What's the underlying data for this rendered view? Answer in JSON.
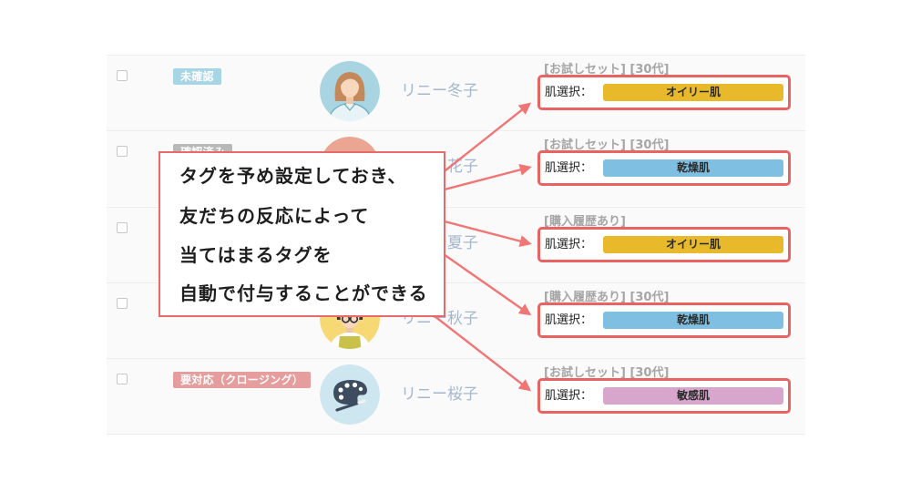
{
  "rows": [
    {
      "checked": false,
      "status_tag": "未確認",
      "status_color": "#a6d5e5",
      "avatar_icon": "woman-avatar-icon",
      "avatar_bg": "#a9d4e2",
      "name": "リニー冬子",
      "category_text": "[お試しセット] [30代]",
      "field_label": "肌選択：",
      "skin_tag": "オイリー肌",
      "skin_color": "#e9b92c"
    },
    {
      "checked": false,
      "status_tag": "確認済み",
      "status_color": "#b8b8b8",
      "avatar_icon": "person-avatar-icon",
      "avatar_bg": "#eba593",
      "name": "リニー花子",
      "category_text": "[お試しセット] [30代]",
      "field_label": "肌選択：",
      "skin_tag": "乾燥肌",
      "skin_color": "#7fc0e2"
    },
    {
      "checked": false,
      "name": "リニー夏子",
      "category_text": "[購入履歴あり]",
      "field_label": "肌選択：",
      "skin_tag": "オイリー肌",
      "skin_color": "#e9b92c"
    },
    {
      "checked": false,
      "avatar_icon": "glasses-person-avatar-icon",
      "avatar_bg": "#f6d874",
      "name": "リニー秋子",
      "category_text": "[購入履歴あり] [30代]",
      "field_label": "肌選択：",
      "skin_tag": "乾燥肌",
      "skin_color": "#7fc0e2"
    },
    {
      "checked": false,
      "status_tag": "要対応（クロージング）",
      "status_color": "#e59d9d",
      "avatar_icon": "paint-palette-icon",
      "avatar_bg": "#cde6ef",
      "name": "リニー桜子",
      "category_text": "[お試しセット] [30代]",
      "field_label": "肌選択：",
      "skin_tag": "敏感肌",
      "skin_color": "#d8a5cc"
    }
  ],
  "callout": {
    "lines": [
      "タグを予め設定しておき、",
      "友だちの反応によって",
      "当てはまるタグを",
      "自動で付与することができる"
    ]
  },
  "colors": {
    "highlight": "#e96363",
    "arrow": "#f07676",
    "name_text": "#a5b7ce",
    "callout_border": "#e96a6a"
  }
}
